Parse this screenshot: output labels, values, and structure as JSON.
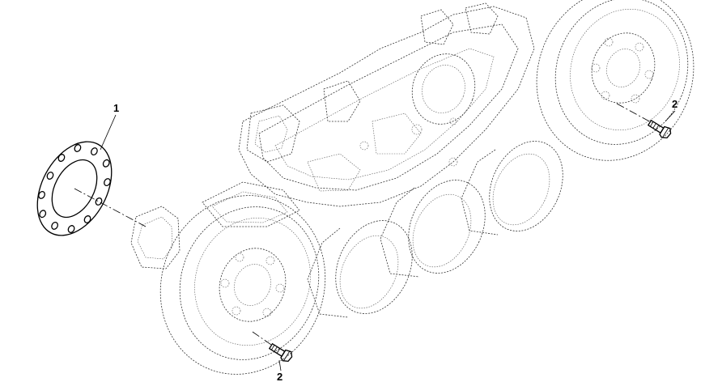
{
  "callouts": [
    {
      "id": "1",
      "label": "1",
      "part": "gasket-plate"
    },
    {
      "id": "2",
      "label": "2",
      "part": "bolt"
    },
    {
      "id": "3",
      "label": "2",
      "part": "bolt"
    }
  ],
  "colors": {
    "line": "#000000",
    "ghost": "#333333",
    "background": "#ffffff"
  }
}
